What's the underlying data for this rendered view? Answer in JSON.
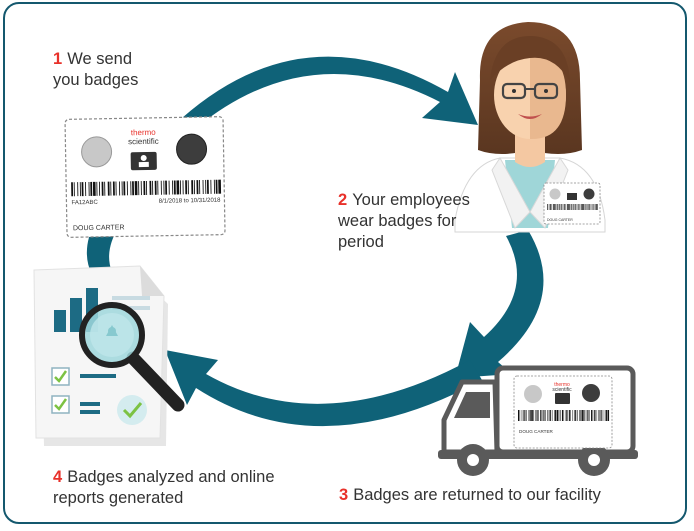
{
  "steps": [
    {
      "number": "1",
      "line1": "We send",
      "line2": "you badges"
    },
    {
      "number": "2",
      "line1": "Your employees",
      "line2": "wear badges for",
      "line3": "period"
    },
    {
      "number": "3",
      "line1": "Badges are returned to our facility"
    },
    {
      "number": "4",
      "line1": "Badges analyzed and online",
      "line2": "reports generated"
    }
  ],
  "badge": {
    "brand_top": "thermo",
    "brand_bottom": "scientific",
    "id": "FA12ABC",
    "dates": "8/1/2018 to 10/31/2018",
    "name": "DOUG CARTER"
  },
  "colors": {
    "frame": "#14586e",
    "arrow": "#0f6278",
    "step_number": "#e8312a",
    "text": "#333333",
    "brand": "#e8312a"
  },
  "icons": [
    "thermo-badge-icon",
    "employee-avatar-icon",
    "delivery-truck-icon",
    "report-magnifier-icon",
    "arrow-icon"
  ]
}
